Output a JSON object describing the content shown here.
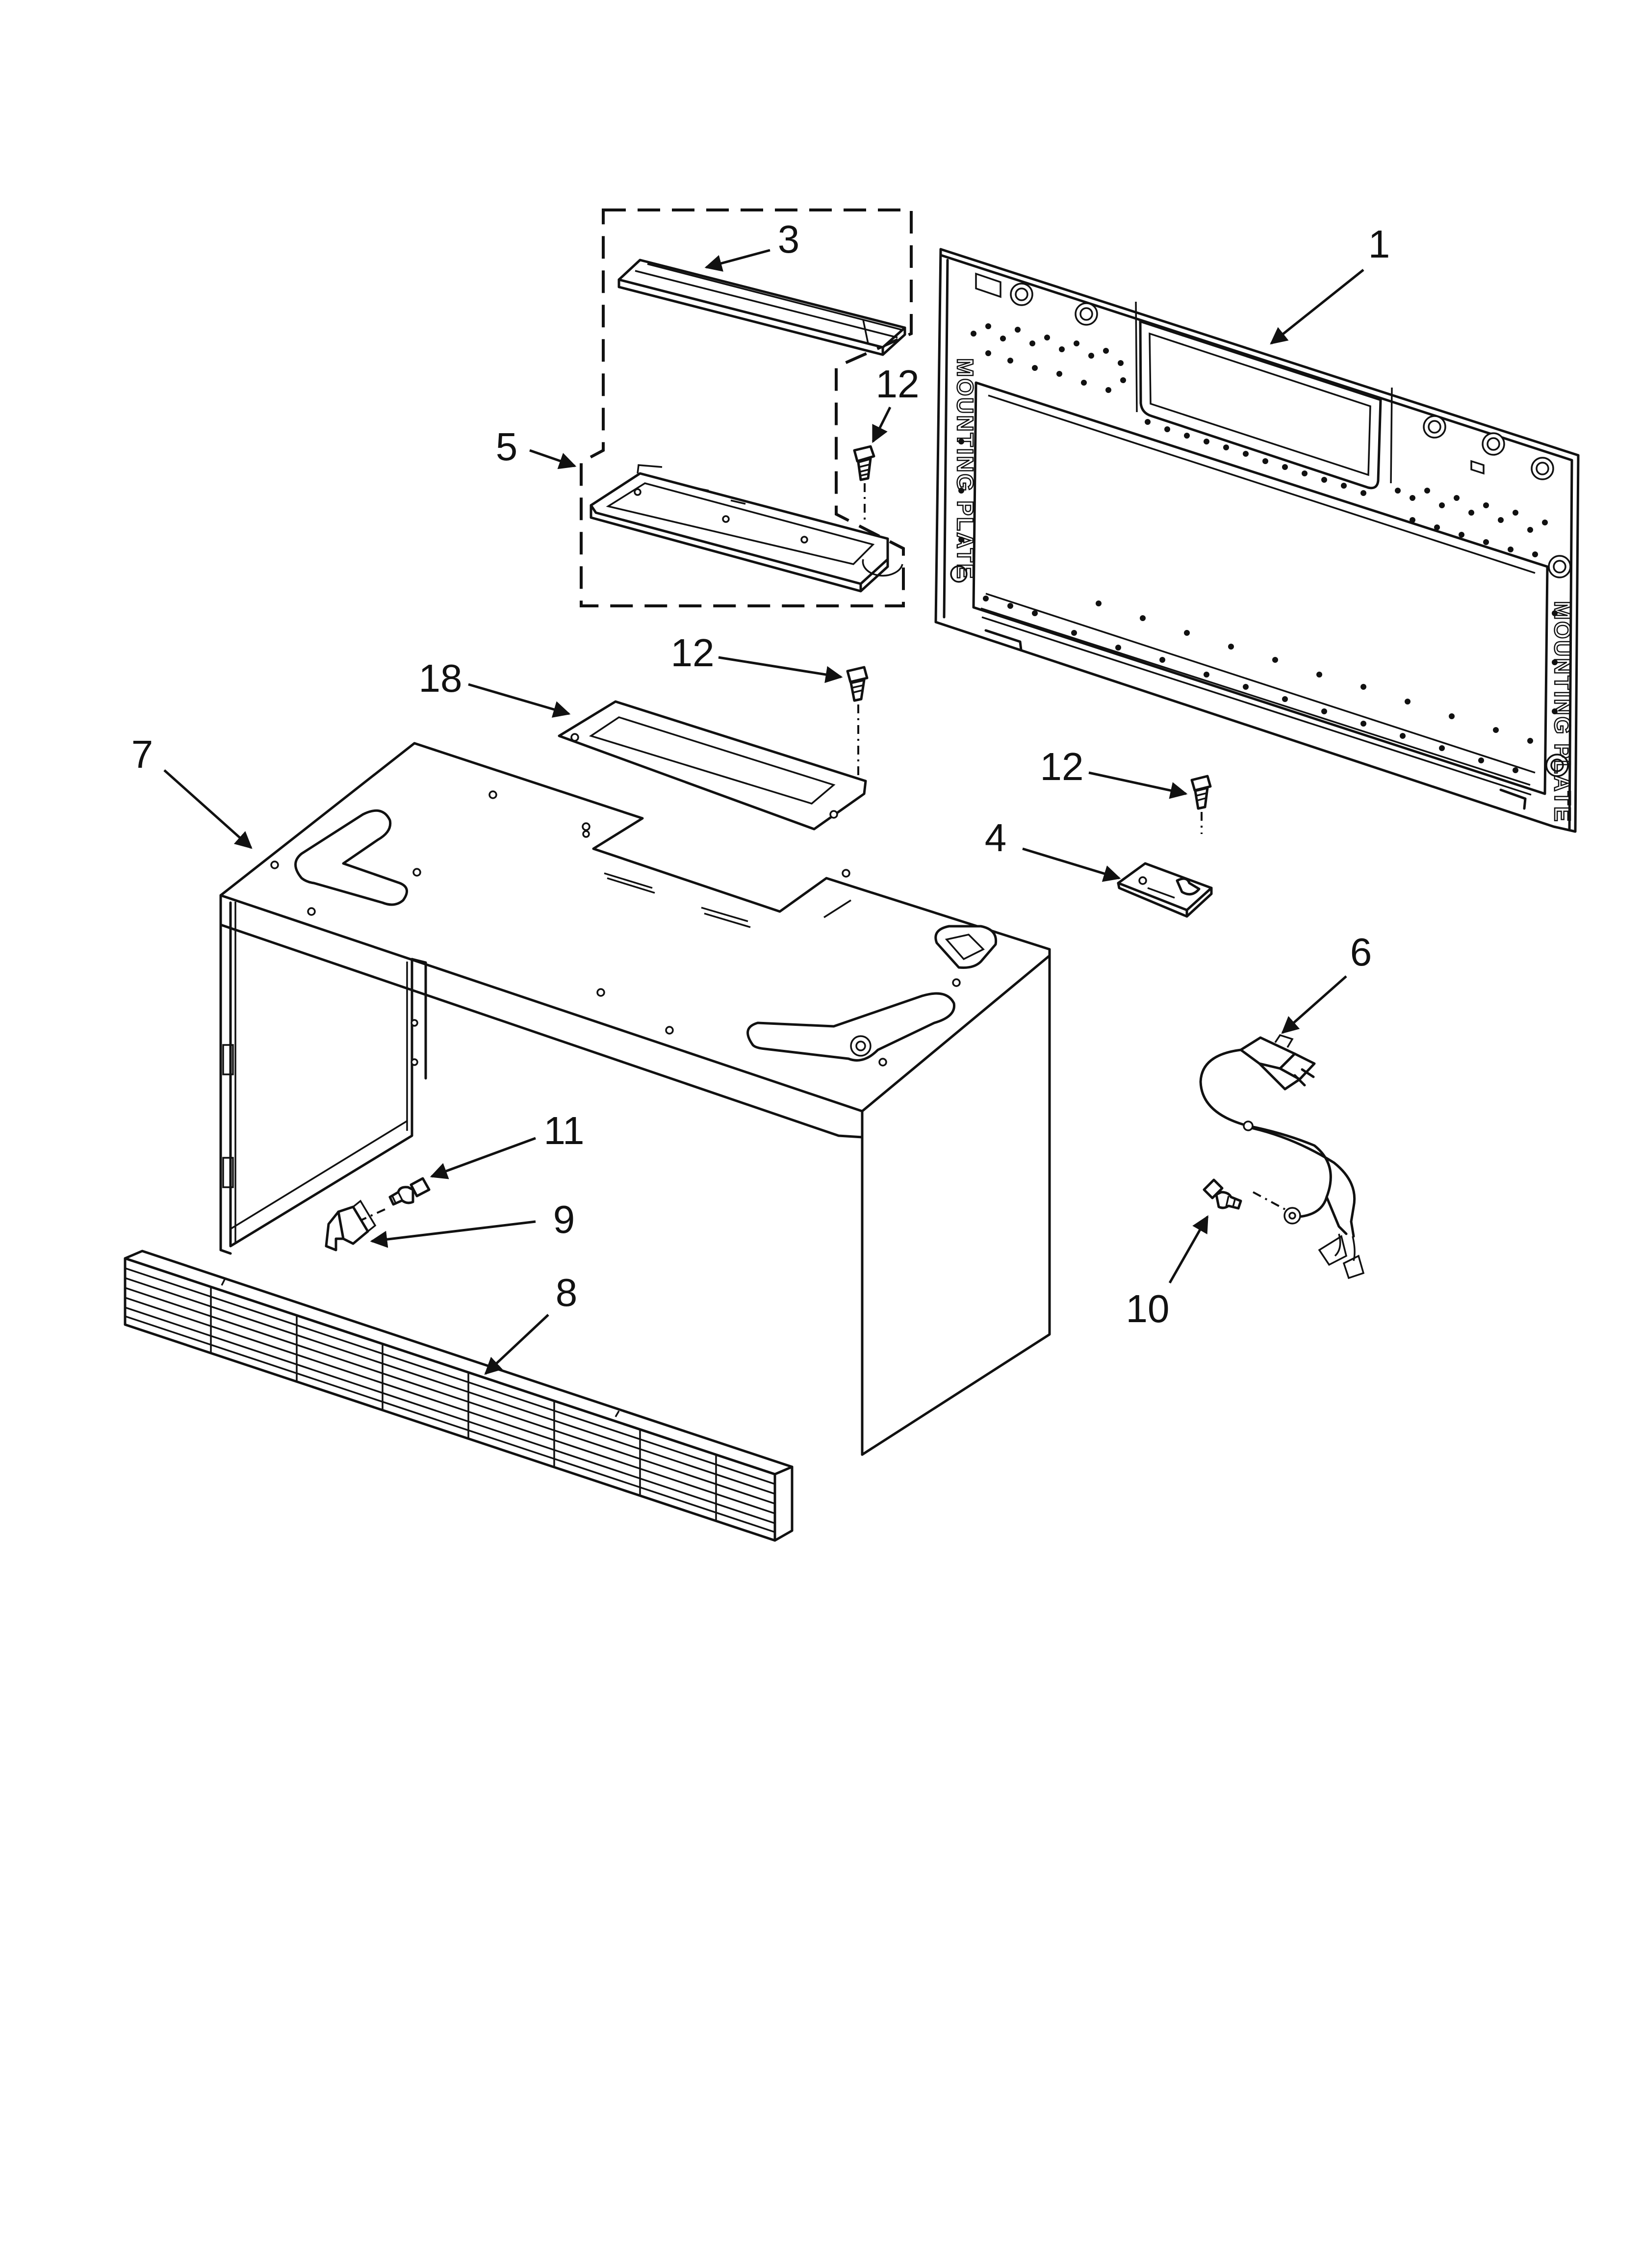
{
  "callouts": [
    {
      "id": "1",
      "label": "1"
    },
    {
      "id": "3",
      "label": "3"
    },
    {
      "id": "4",
      "label": "4"
    },
    {
      "id": "5",
      "label": "5"
    },
    {
      "id": "6",
      "label": "6"
    },
    {
      "id": "7",
      "label": "7"
    },
    {
      "id": "8",
      "label": "8"
    },
    {
      "id": "9",
      "label": "9"
    },
    {
      "id": "10",
      "label": "10"
    },
    {
      "id": "11",
      "label": "11"
    },
    {
      "id": "12a",
      "label": "12"
    },
    {
      "id": "12b",
      "label": "12"
    },
    {
      "id": "12c",
      "label": "12"
    },
    {
      "id": "18",
      "label": "18"
    }
  ],
  "mounting_plate": {
    "side_text": "MOUNTING PLATE",
    "inverted_text": "MOUNTING PLATE"
  }
}
